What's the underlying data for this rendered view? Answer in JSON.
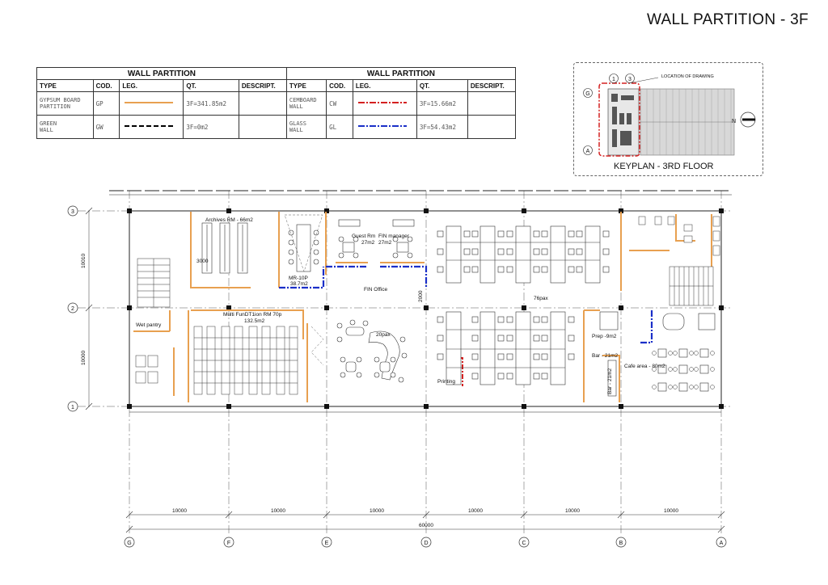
{
  "title": "WALL PARTITION - 3F",
  "legend": {
    "section_title": "WALL PARTITION",
    "headers": [
      "TYPE",
      "COD.",
      "LEG.",
      "QT.",
      "DESCRIPT."
    ],
    "left_rows": [
      {
        "type_line1": "GYPSUM BOARD",
        "type_line2": "PARTITION",
        "code": "GP",
        "qt": "3F=341.85m2",
        "color": "#e8a050",
        "style": "solid"
      },
      {
        "type_line1": "GREEN",
        "type_line2": "WALL",
        "code": "GW",
        "qt": "3F=0m2",
        "color": "#000000",
        "style": "dashed"
      }
    ],
    "right_rows": [
      {
        "type_line1": "CEMBOARD",
        "type_line2": "WALL",
        "code": "CW",
        "qt": "3F=15.66m2",
        "color": "#d42020",
        "style": "dashdot"
      },
      {
        "type_line1": "GLASS",
        "type_line2": "WALL",
        "code": "GL",
        "qt": "3F=54.43m2",
        "color": "#1a2fc8",
        "style": "dashdot"
      }
    ]
  },
  "keyplan": {
    "label": "KEYPLAN - 3RD FLOOR",
    "note": "LOCATION OF DRAWING",
    "grid_top": [
      "1",
      "3"
    ],
    "grid_left": [
      "G",
      "A"
    ],
    "north": "N",
    "highlight_color": "#d42020"
  },
  "rooms": {
    "archives": "Archives RM - 66m2",
    "guest_rm": "Guest Rm",
    "guest_area": "27m2",
    "fin_manager": "FIN manager",
    "fin_manager_area": "27m2",
    "meeting": "MR-10P",
    "meeting_area": "38.7m2",
    "fin_office": "FIN Office",
    "open_office_pax": "76pax",
    "wet_pantry": "Wet pantry",
    "multi_function": "Multi FunDT1ion RM 70p",
    "multi_function_area": "132.5m2",
    "lounge_pax": "20pax",
    "printing": "Printing",
    "prep": "Prep -9m2",
    "bar1": "Bar - 21m2",
    "bar2": "Bar - 21m2",
    "cafe": "Cafe area - 80m2",
    "small_tag": "3000",
    "small_tag2": "2000"
  },
  "grid": {
    "rows": [
      "3",
      "2",
      "1"
    ],
    "row_dims": [
      "10010",
      "10000"
    ],
    "cols": [
      "G",
      "F",
      "E",
      "D",
      "C",
      "B",
      "A"
    ],
    "col_dims": [
      "10000",
      "10000",
      "10000",
      "10000",
      "10000",
      "10000"
    ],
    "total": "60000"
  },
  "colors": {
    "gypsum": "#e8a050",
    "glass": "#1a2fc8",
    "cemboard": "#d42020",
    "structure": "#222222"
  }
}
